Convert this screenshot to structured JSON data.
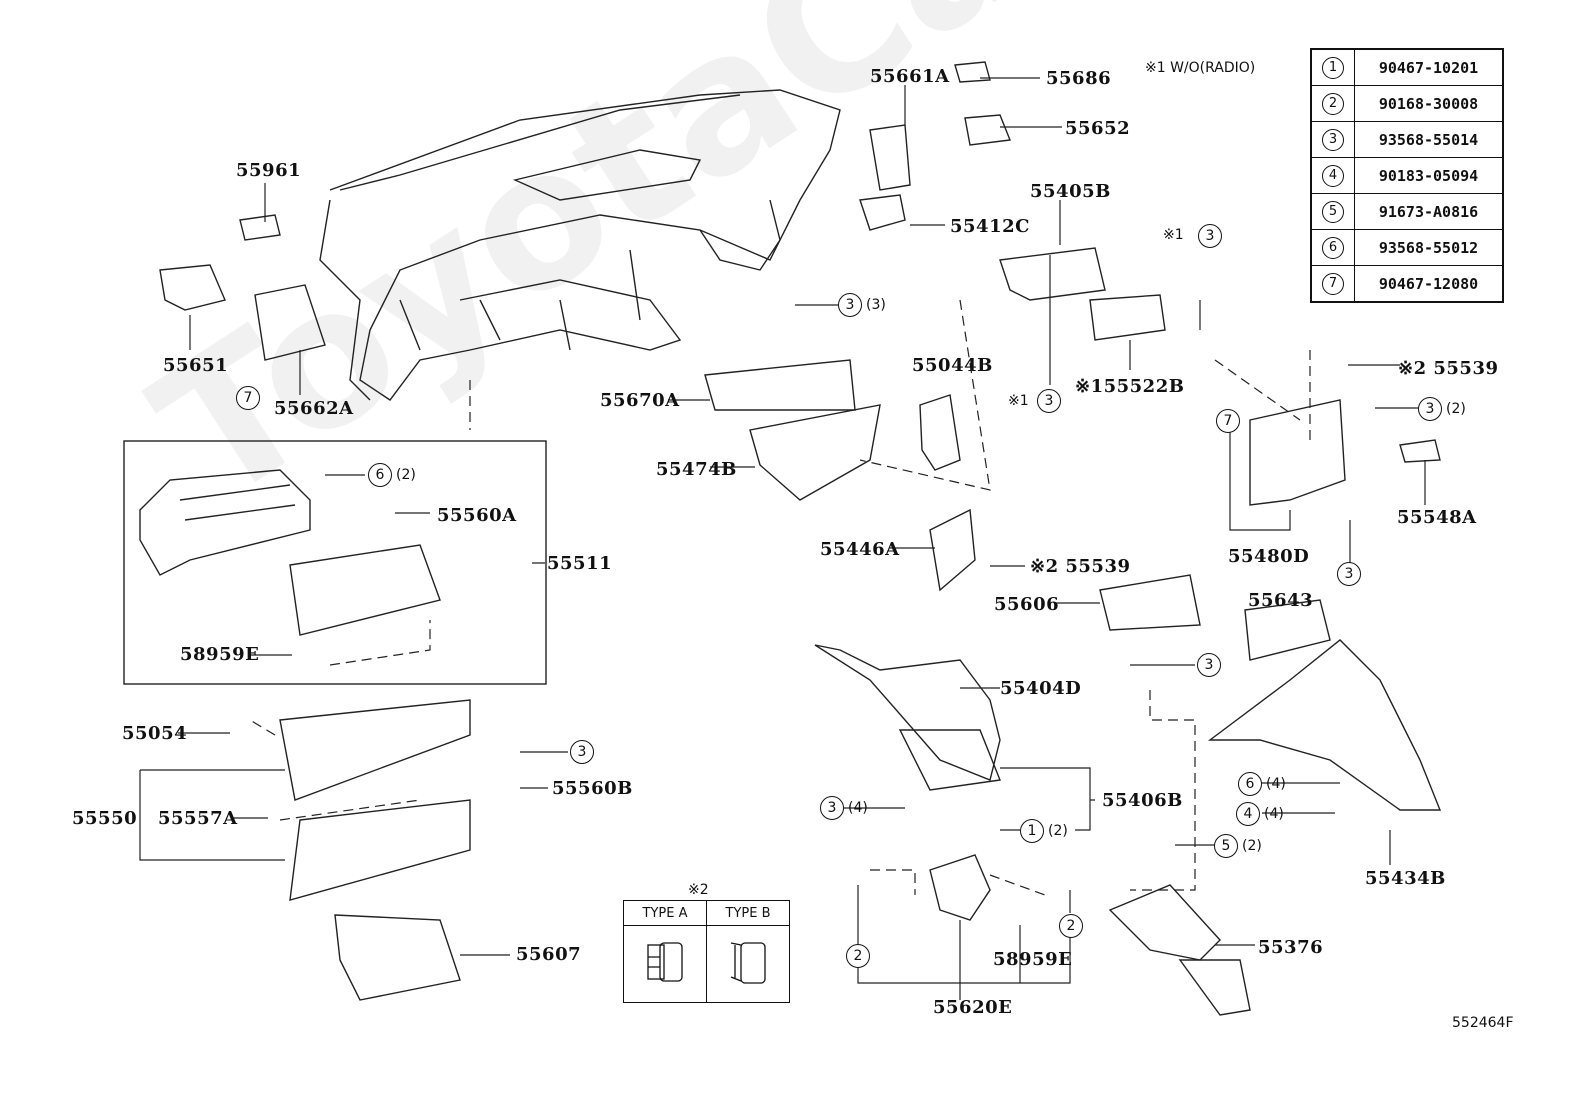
{
  "diagram": {
    "code": "552464F",
    "note_w_o": "※1 W/O(RADIO)",
    "watermark": "ToyotaCarMine",
    "legend": [
      {
        "num": "1",
        "part": "90467-10201"
      },
      {
        "num": "2",
        "part": "90168-30008"
      },
      {
        "num": "3",
        "part": "93568-55014"
      },
      {
        "num": "4",
        "part": "90183-05094"
      },
      {
        "num": "5",
        "part": "91673-A0816"
      },
      {
        "num": "6",
        "part": "93568-55012"
      },
      {
        "num": "7",
        "part": "90467-12080"
      }
    ],
    "types_box": {
      "mark": "※2",
      "type_a": "TYPE A",
      "type_b": "TYPE B"
    },
    "labels": {
      "p55661A": "55661A",
      "p55686": "55686",
      "p55652": "55652",
      "p55961": "55961",
      "p55412C": "55412C",
      "p55405B": "55405B",
      "p55651": "55651",
      "p55662A": "55662A",
      "p55670A": "55670A",
      "p55044B": "55044B",
      "p55522B": "※155522B",
      "p55539a": "※2 55539",
      "p55474B": "55474B",
      "p55480D": "55480D",
      "p55548A": "55548A",
      "p55560A": "55560A",
      "p55511": "55511",
      "p58959E_a": "58959E",
      "p55446A": "55446A",
      "p55539b": "※2 55539",
      "p55606": "55606",
      "p55643": "55643",
      "p55404D": "55404D",
      "p55054": "55054",
      "p55560B": "55560B",
      "p55550": "55550",
      "p55557A": "55557A",
      "p55406B": "55406B",
      "p55434B": "55434B",
      "p55376": "55376",
      "p58959E_b": "58959E",
      "p55620E": "55620E",
      "p55607": "55607"
    },
    "callouts": [
      {
        "num": "3",
        "qty": "(3)",
        "prefix": ""
      },
      {
        "num": "3",
        "qty": "",
        "prefix": "※1"
      },
      {
        "num": "3",
        "qty": "",
        "prefix": "※1"
      },
      {
        "num": "7",
        "qty": "",
        "prefix": ""
      },
      {
        "num": "7",
        "qty": "",
        "prefix": ""
      },
      {
        "num": "3",
        "qty": "(2)",
        "prefix": ""
      },
      {
        "num": "3",
        "qty": "",
        "prefix": ""
      },
      {
        "num": "6",
        "qty": "(2)",
        "prefix": ""
      },
      {
        "num": "3",
        "qty": "",
        "prefix": ""
      },
      {
        "num": "3",
        "qty": "",
        "prefix": ""
      },
      {
        "num": "3",
        "qty": "(4)",
        "prefix": ""
      },
      {
        "num": "1",
        "qty": "(2)",
        "prefix": ""
      },
      {
        "num": "6",
        "qty": "(4)",
        "prefix": ""
      },
      {
        "num": "4",
        "qty": "(4)",
        "prefix": ""
      },
      {
        "num": "5",
        "qty": "(2)",
        "prefix": ""
      },
      {
        "num": "2",
        "qty": "",
        "prefix": ""
      },
      {
        "num": "2",
        "qty": "",
        "prefix": ""
      }
    ]
  }
}
